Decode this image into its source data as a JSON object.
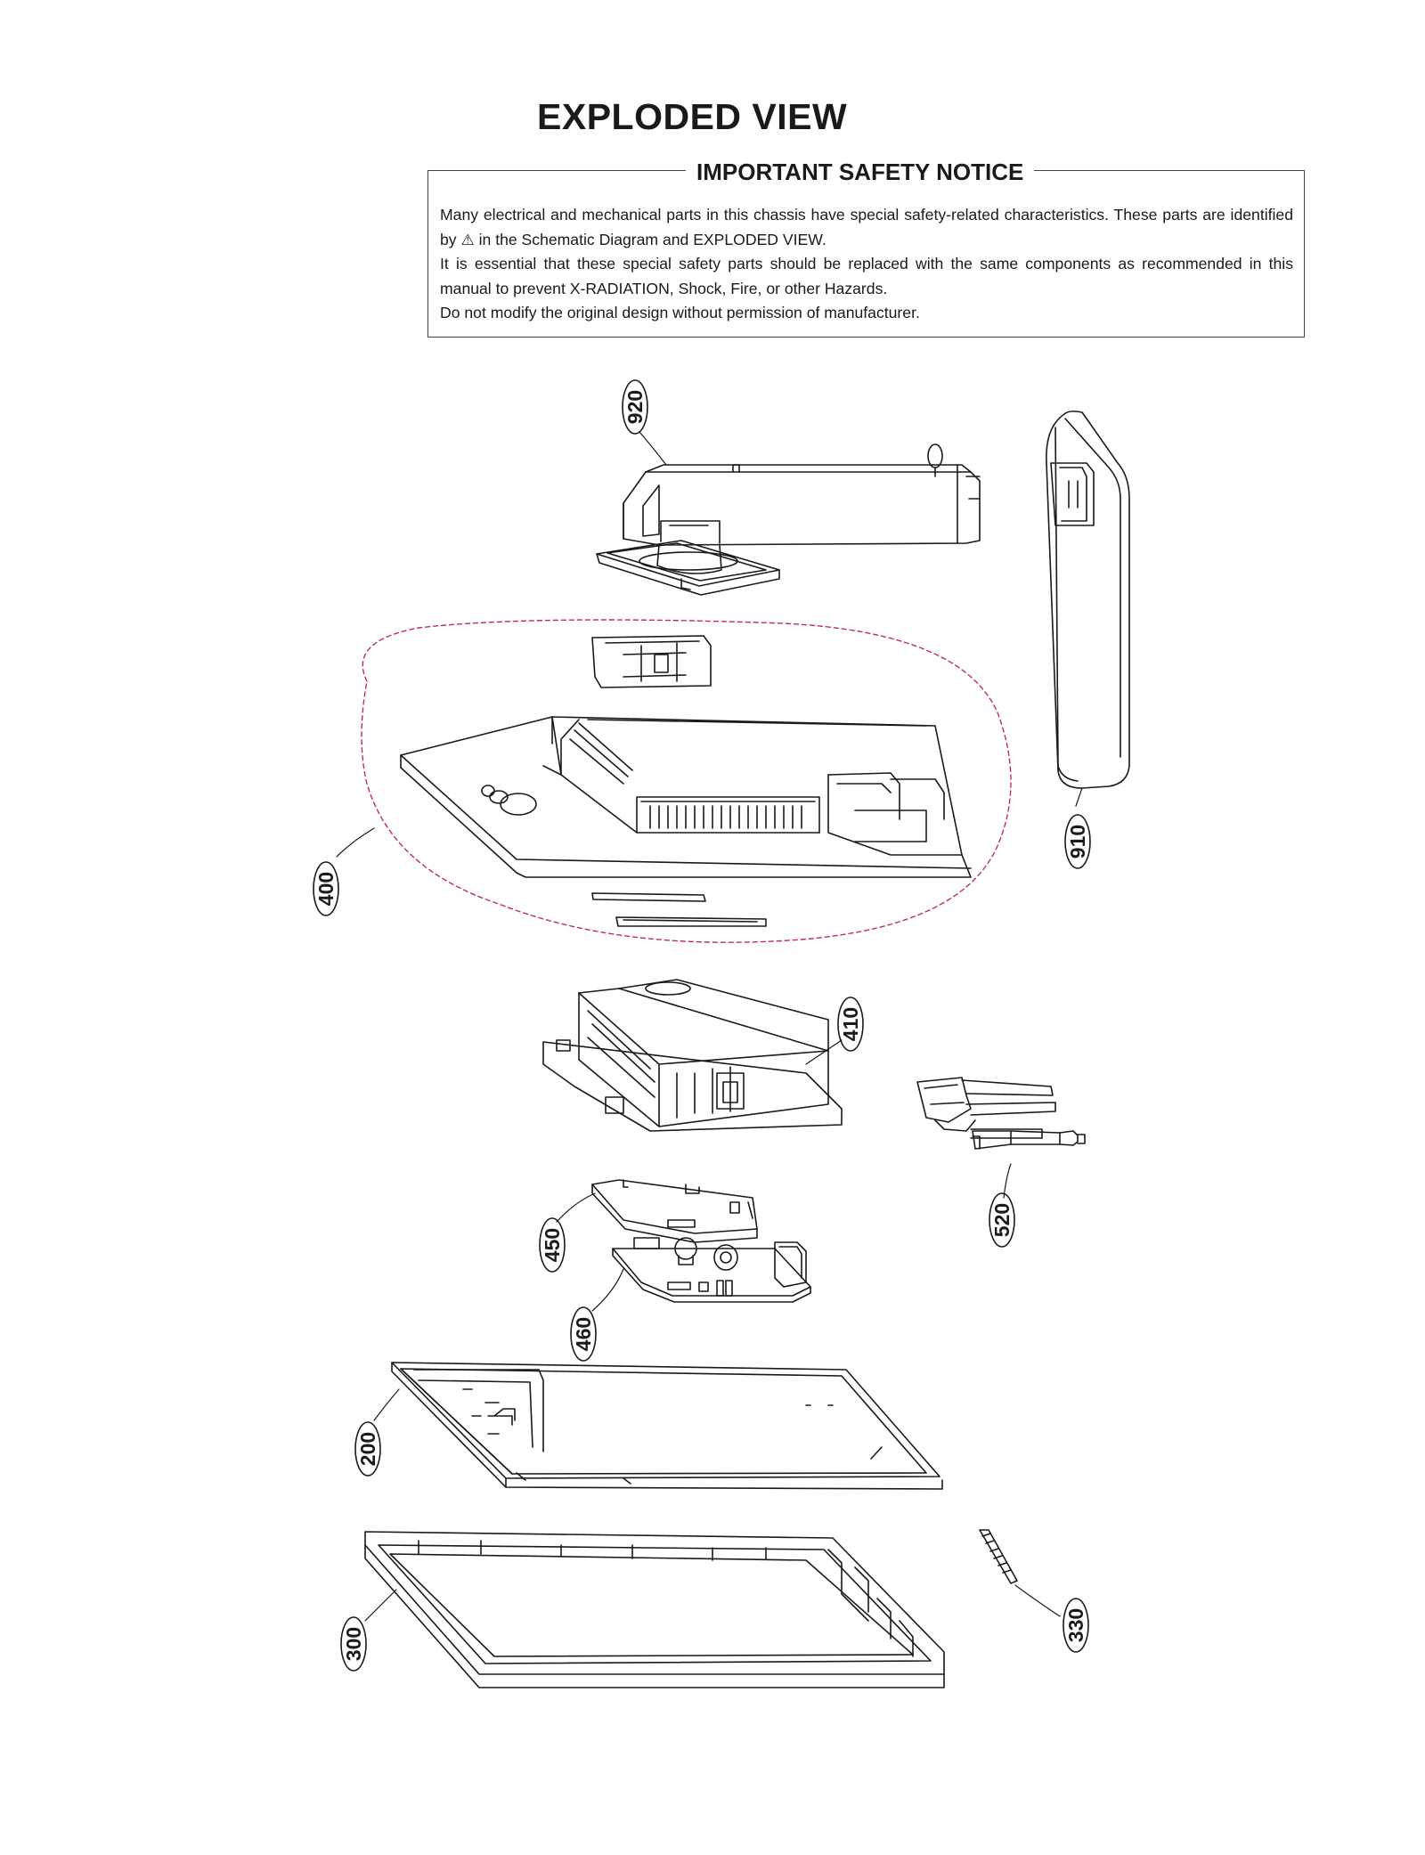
{
  "document": {
    "title": "EXPLODED VIEW"
  },
  "notice": {
    "title": "IMPORTANT SAFETY NOTICE",
    "line1_a": "Many electrical and mechanical parts in this chassis have special safety-related characteristics. These parts are identified by",
    "warning_icon": "warning-triangle-icon",
    "line1_b": "in the Schematic Diagram and EXPLODED VIEW.",
    "line2": "It is essential that these special safety parts should be replaced with the same components as recommended in this manual to prevent X-RADIATION, Shock, Fire, or other Hazards.",
    "line3": "Do not modify the original design without permission of manufacturer."
  },
  "parts": {
    "p920": "920",
    "p910": "910",
    "p400": "400",
    "p410": "410",
    "p520": "520",
    "p450": "450",
    "p460": "460",
    "p200": "200",
    "p300": "300",
    "p330": "330"
  },
  "colors": {
    "line": "#1a1a1a",
    "group_outline": "#c0304a"
  }
}
